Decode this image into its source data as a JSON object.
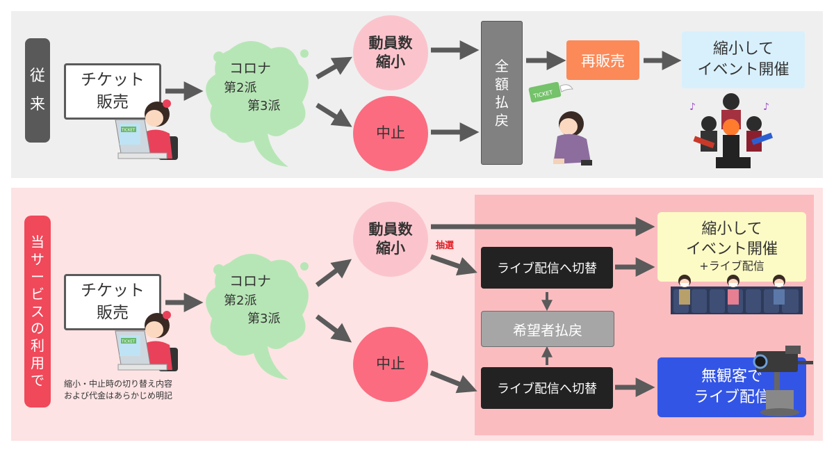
{
  "top": {
    "side_label": [
      "従",
      "来"
    ],
    "ticket": [
      "チケット",
      "販売"
    ],
    "corona": {
      "title": "コロナ",
      "wave2": "第2派",
      "wave3": "第3派"
    },
    "reduced": [
      "動員数",
      "縮小"
    ],
    "cancel": "中止",
    "refund": [
      "全",
      "額",
      "払",
      "戻"
    ],
    "resale": "再販売",
    "event": [
      "縮小して",
      "イベント開催"
    ]
  },
  "bottom": {
    "side_label": [
      "当",
      "サ",
      "ー",
      "ビ",
      "ス",
      "の",
      "利",
      "用",
      "で"
    ],
    "ticket": [
      "チケット",
      "販売"
    ],
    "corona": {
      "title": "コロナ",
      "wave2": "第2派",
      "wave3": "第3派"
    },
    "note": [
      "縮小・中止時の切り替え内容",
      "および代金はあらかじめ明記"
    ],
    "reduced": [
      "動員数",
      "縮小"
    ],
    "lottery": "抽選",
    "cancel": "中止",
    "live_switch_top": "ライブ配信へ切替",
    "refund_applicants": "希望者払戻",
    "live_switch_bottom": "ライブ配信へ切替",
    "event": {
      "line1": "縮小して",
      "line2": "イベント開催",
      "line3": "+ライブ配信"
    },
    "no_audience": [
      "無観客で",
      "ライブ配信"
    ]
  },
  "illustrations": {
    "ticket_label": "TICKET"
  },
  "colors": {
    "top_bg": "#efefef",
    "bottom_bg": "#fde3e4",
    "inner_bg": "#fbbcc0",
    "side_top": "#595959",
    "side_bottom": "#f0495a",
    "circle_light": "#fbc4cc",
    "circle_dark": "#fb6c80",
    "resale": "#fb8a58",
    "event_top": "#d8f0fc",
    "event_bottom": "#fdfbc5",
    "no_audience": "#3355e6",
    "corona": "#b7e6b6"
  }
}
